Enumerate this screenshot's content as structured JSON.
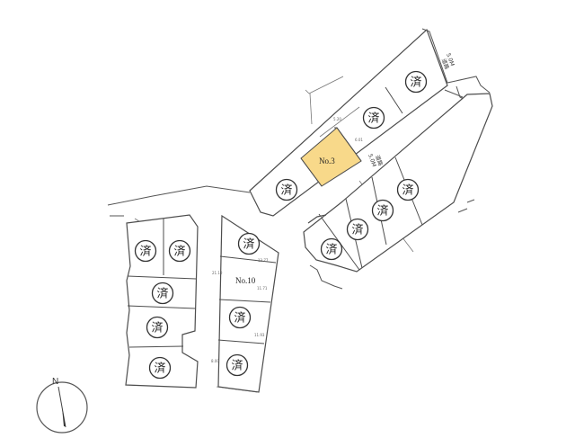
{
  "map": {
    "highlight_color": "#f8d98a",
    "sold_mark": "済",
    "lots": {
      "highlighted": {
        "label": "No.3",
        "status": "available"
      },
      "center": {
        "label": "No.10",
        "status": "available"
      }
    },
    "roads": [
      {
        "label_width": "5.0M",
        "label_type": "道路"
      },
      {
        "label_width": "5.0M",
        "label_type": "道路"
      }
    ],
    "compass": {
      "label": "N",
      "icon": "north-arrow-icon"
    }
  }
}
